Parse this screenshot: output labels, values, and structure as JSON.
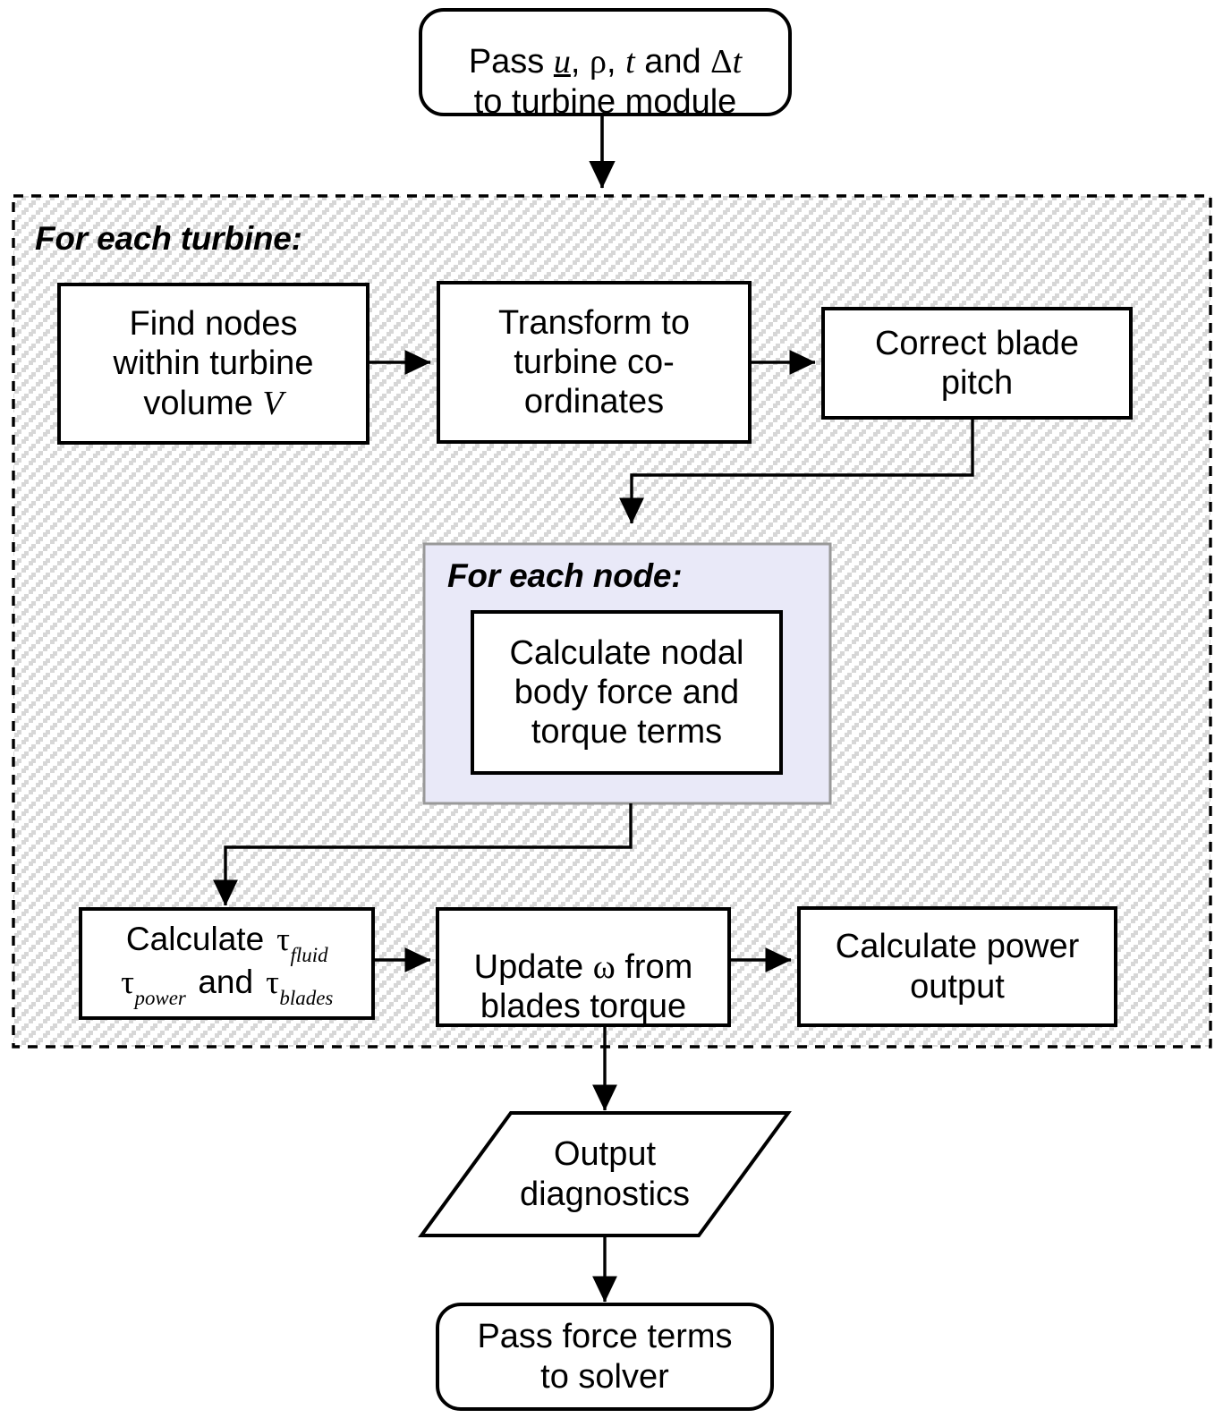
{
  "diagram": {
    "title": "Turbine module flow chart",
    "background_color": "#ffffff",
    "hatch_color": "#d7d7d7",
    "node_panel_fill": "#e9e9f8",
    "node_panel_border": "#999999",
    "stroke_color": "#000000"
  },
  "nodes": {
    "start": {
      "shape": "rounded-rect",
      "line1_prefix": "Pass ",
      "line1_u": "u",
      "line1_comma1": ", ",
      "line1_rho": "ρ",
      "line1_comma2": ", ",
      "line1_t": "t",
      "line1_and": " and ",
      "line1_delta": "Δ",
      "line1_dt": "t",
      "line2": "to turbine module",
      "plain_text": "Pass u, ρ, t and Δt to turbine module"
    },
    "find_nodes": {
      "shape": "rect",
      "line1": "Find nodes",
      "line2": "within turbine",
      "line3_prefix": "volume ",
      "line3_var": "V",
      "plain_text": "Find nodes within turbine volume V"
    },
    "transform": {
      "shape": "rect",
      "text": "Transform to\nturbine co-\nordinates"
    },
    "correct_pitch": {
      "shape": "rect",
      "text": "Correct blade\npitch"
    },
    "calc_nodal": {
      "shape": "rect",
      "text": "Calculate nodal\nbody force and\ntorque terms"
    },
    "calc_tau": {
      "shape": "rect",
      "word_calculate": "Calculate",
      "tau": "τ",
      "sub_fluid": "fluid",
      "sub_power": "power",
      "word_and": "and",
      "sub_blades": "blades",
      "plain_text": "Calculate τfluid τpower and τblades"
    },
    "update_omega": {
      "shape": "rect",
      "line1_prefix": "Update ",
      "line1_omega": "ω",
      "line1_suffix": " from",
      "line2": "blades torque",
      "plain_text": "Update ω from blades torque"
    },
    "calc_power": {
      "shape": "rect",
      "text": "Calculate power\noutput"
    },
    "output_diag": {
      "shape": "parallelogram",
      "text": "Output\ndiagnostics"
    },
    "pass_force": {
      "shape": "rounded-rect",
      "text": "Pass force terms\nto solver"
    }
  },
  "loops": {
    "turbine": {
      "label": "For each turbine:",
      "border_style": "dashed"
    },
    "node": {
      "label": "For each node:",
      "border_style": "solid"
    }
  },
  "edges": [
    {
      "from": "start",
      "to": "turbine-loop",
      "style": "straight-arrow-down"
    },
    {
      "from": "find_nodes",
      "to": "transform",
      "style": "straight-arrow-right"
    },
    {
      "from": "transform",
      "to": "correct_pitch",
      "style": "straight-arrow-right"
    },
    {
      "from": "correct_pitch",
      "to": "node-loop",
      "style": "elbow-down-left-down"
    },
    {
      "from": "node-loop",
      "to": "calc_tau",
      "style": "elbow-down-left-down"
    },
    {
      "from": "calc_tau",
      "to": "update_omega",
      "style": "straight-arrow-right"
    },
    {
      "from": "update_omega",
      "to": "calc_power",
      "style": "straight-arrow-right"
    },
    {
      "from": "update_omega",
      "to": "output_diag",
      "style": "straight-arrow-down"
    },
    {
      "from": "output_diag",
      "to": "pass_force",
      "style": "straight-arrow-down"
    }
  ]
}
